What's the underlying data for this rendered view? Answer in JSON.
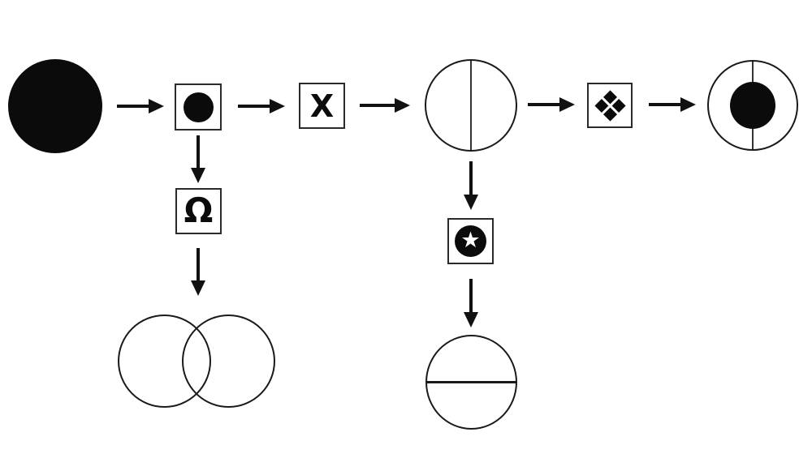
{
  "page": {
    "background_color": "#ffffff",
    "ink_color": "#0b0b0b",
    "title": ""
  },
  "diagram": {
    "type": "flow-diagram",
    "labels": {
      "op_x": "X",
      "op_omega": "Ω",
      "op_star_glyph": "★"
    },
    "nodes": [
      {
        "id": "start",
        "kind": "filled-circle",
        "description": "large black filled circle"
      },
      {
        "id": "op-dot",
        "kind": "operator-box",
        "icon": "filled-dot-icon"
      },
      {
        "id": "op-x",
        "kind": "operator-box",
        "label": "X"
      },
      {
        "id": "circle-vertical-line",
        "kind": "circle",
        "description": "circle split by vertical diameter line"
      },
      {
        "id": "op-diamond",
        "kind": "operator-box",
        "icon": "four-diamonds-icon"
      },
      {
        "id": "result-bullseye",
        "kind": "circle",
        "description": "circle with vertical line and black center disc"
      },
      {
        "id": "op-omega",
        "kind": "operator-box",
        "label": "Ω"
      },
      {
        "id": "venn",
        "kind": "two-overlapping-circles",
        "description": "two overlapping outline circles"
      },
      {
        "id": "op-star",
        "kind": "operator-box",
        "icon": "star-in-circle-icon",
        "glyph": "★"
      },
      {
        "id": "circle-horizontal-line",
        "kind": "circle",
        "description": "circle split by horizontal diameter line"
      }
    ],
    "edges": [
      {
        "from": "start",
        "to": "op-dot",
        "direction": "right"
      },
      {
        "from": "op-dot",
        "to": "op-x",
        "direction": "right"
      },
      {
        "from": "op-x",
        "to": "circle-vertical-line",
        "direction": "right"
      },
      {
        "from": "circle-vertical-line",
        "to": "op-diamond",
        "direction": "right"
      },
      {
        "from": "op-diamond",
        "to": "result-bullseye",
        "direction": "right"
      },
      {
        "from": "op-dot",
        "to": "op-omega",
        "direction": "down"
      },
      {
        "from": "op-omega",
        "to": "venn",
        "direction": "down"
      },
      {
        "from": "circle-vertical-line",
        "to": "op-star",
        "direction": "down"
      },
      {
        "from": "op-star",
        "to": "circle-horizontal-line",
        "direction": "down"
      }
    ]
  }
}
